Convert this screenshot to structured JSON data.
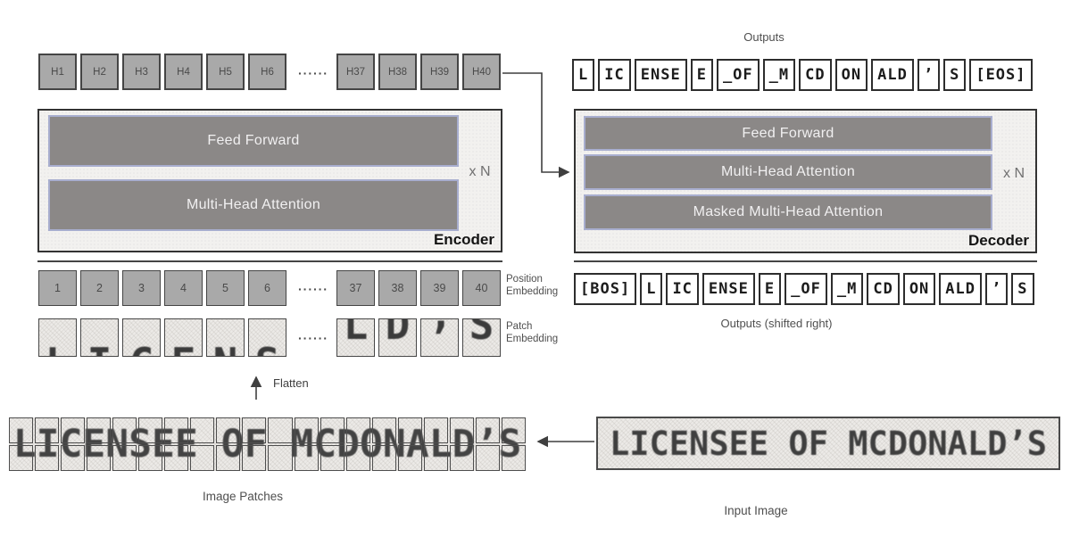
{
  "palette": {
    "token_gray_fill": "#a9a9a9",
    "token_gray_border": "#454545",
    "block_background": "#f2f1ef",
    "block_border": "#333333",
    "layer_fill": "#8b8887",
    "layer_border": "#a8aecf",
    "layer_text": "#f1f0f1",
    "text_token_border": "#2d2d2d",
    "line_color": "#3f3f3f"
  },
  "hidden_states": {
    "left": [
      "H1",
      "H2",
      "H3",
      "H4",
      "H5",
      "H6"
    ],
    "dots": "······",
    "right": [
      "H37",
      "H38",
      "H39",
      "H40"
    ]
  },
  "encoder": {
    "layers": [
      "Feed Forward",
      "Multi-Head Attention"
    ],
    "repeat": "x N",
    "label": "Encoder"
  },
  "decoder": {
    "layers": [
      "Feed Forward",
      "Multi-Head Attention",
      "Masked Multi-Head Attention"
    ],
    "repeat": "x N",
    "label": "Decoder"
  },
  "position_embedding": {
    "left": [
      "1",
      "2",
      "3",
      "4",
      "5",
      "6"
    ],
    "dots": "······",
    "right": [
      "37",
      "38",
      "39",
      "40"
    ],
    "label_line1": "Position",
    "label_line2": "Embedding"
  },
  "patch_embedding": {
    "left_fragments": [
      "L",
      "I",
      "C",
      "E",
      "N",
      "S"
    ],
    "dots": "······",
    "right_fragments": [
      "L",
      "D",
      "’",
      "S"
    ],
    "label_line1": "Patch",
    "label_line2": "Embedding"
  },
  "flatten": {
    "label": "Flatten"
  },
  "outputs": {
    "title": "Outputs",
    "tokens": [
      "L",
      "IC",
      "ENSE",
      "E",
      "_OF",
      "_M",
      "CD",
      "ON",
      "ALD",
      "’",
      "S",
      "[EOS]"
    ]
  },
  "outputs_shifted": {
    "tokens": [
      "[BOS]",
      "L",
      "IC",
      "ENSE",
      "E",
      "_OF",
      "_M",
      "CD",
      "ON",
      "ALD",
      "’",
      "S"
    ],
    "caption": "Outputs (shifted right)"
  },
  "image_patches": {
    "caption": "Image Patches",
    "text": "LICENSEE OF MCDONALD’S",
    "columns": 20,
    "rows": 2
  },
  "input_image": {
    "caption": "Input Image",
    "text": "LICENSEE OF MCDONALD’S"
  }
}
